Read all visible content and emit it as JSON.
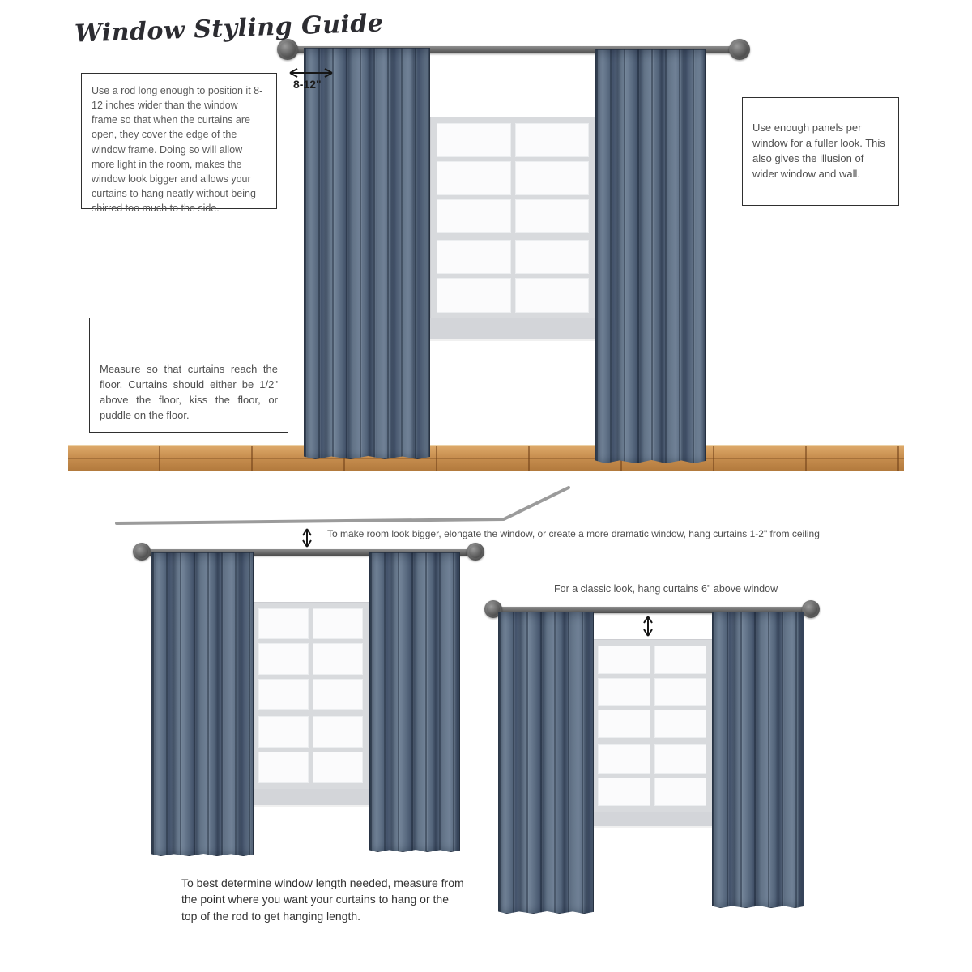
{
  "title": "Window Styling Guide",
  "tips": {
    "rod_width": "Use a rod long enough to position it 8-12 inches wider than the window frame so that when the curtains are open, they cover the edge of the window frame.  Doing so will allow more light in the room, makes the window look bigger and allows your curtains to hang neatly without being shirred too much to the side.",
    "panels": "Use enough panels per window for a fuller look. This also gives the illusion of wider window and wall.",
    "floor_length": "Measure so that curtains reach the floor. Curtains should either be 1/2\" above the floor, kiss the floor, or puddle on the floor.",
    "ceiling": "To make room look bigger, elongate the window, or create a more dramatic window, hang curtains 1-2\" from ceiling",
    "classic": "For a classic look, hang curtains 6\" above window",
    "length_measure": "To best determine window length needed, measure from the point where you want your curtains to hang or the top of the rod to get hanging length."
  },
  "labels": {
    "rod_extension": "8-12\""
  },
  "icons": {
    "rod_extension_arrow": "double-headed-horizontal-arrow",
    "ceiling_gap_arrow": "double-headed-vertical-arrow",
    "window_gap_arrow": "double-headed-vertical-arrow",
    "ceiling_line": "angled-ceiling-line"
  },
  "colors": {
    "curtain": "#5d6e82",
    "curtain_fold_dark": "#43526a",
    "window_frame": "#d8dadd",
    "floor_wood": "#c99051",
    "rod": "#5a5a5a",
    "text": "#4d4d4d",
    "accent_dark": "#1c1c1c"
  }
}
